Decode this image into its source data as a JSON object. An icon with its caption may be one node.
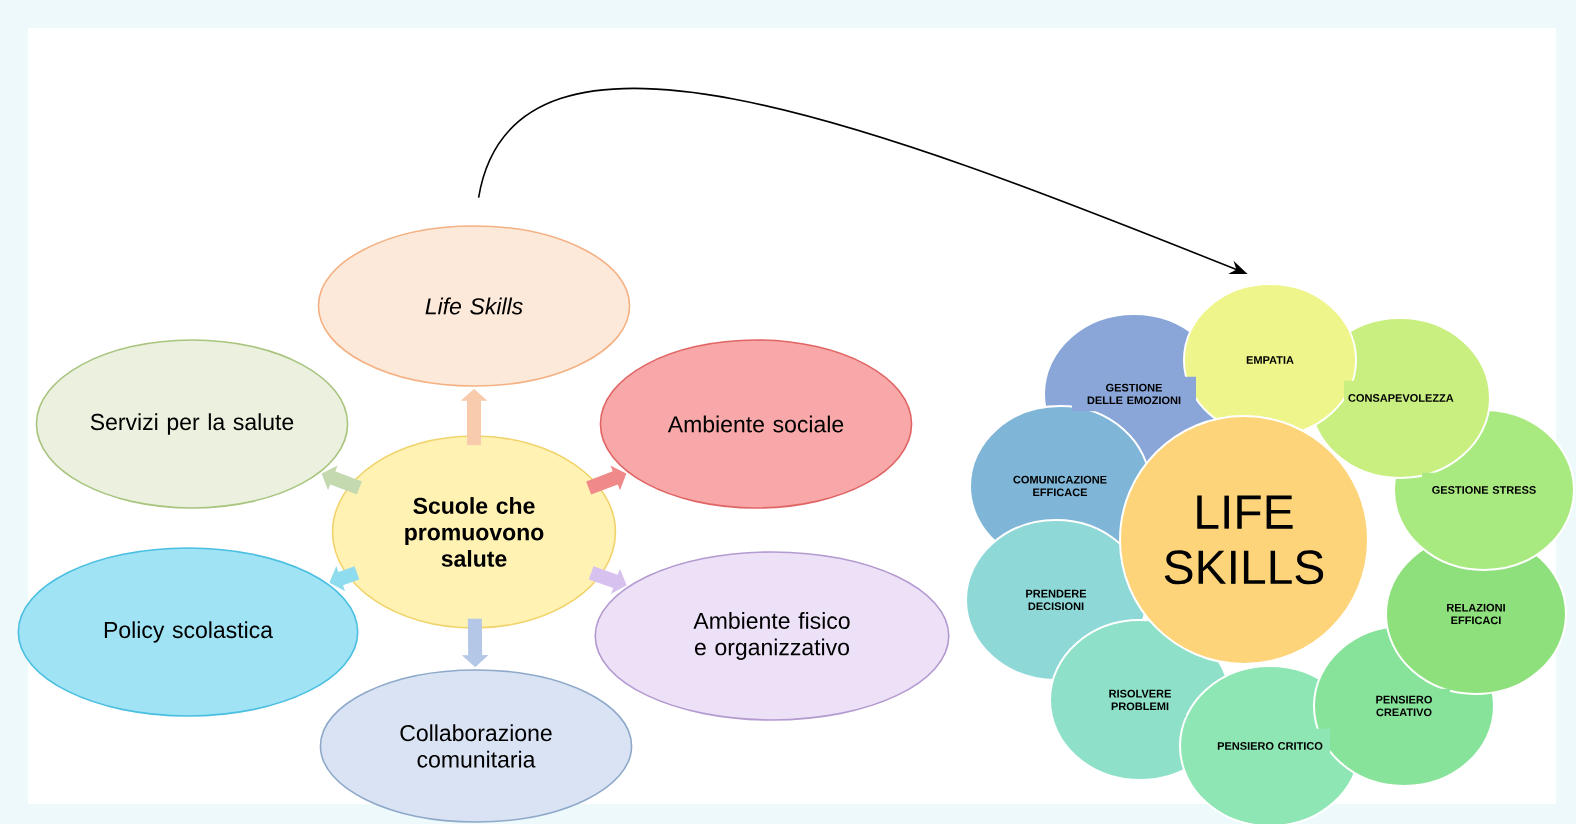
{
  "diagram": {
    "nodes": [
      {
        "text": [
          "Life Skills"
        ]
      },
      {
        "text": [
          "Servizi per la salute"
        ]
      },
      {
        "text": [
          "Ambiente sociale"
        ]
      },
      {
        "text": [
          "Scuole che promuovono salute"
        ]
      },
      {
        "text": [
          "Policy scolastica"
        ]
      },
      {
        "text": [
          "Ambiente fisico e organizzativo"
        ]
      },
      {
        "text": [
          "Collaborazione comunitaria"
        ]
      },
      {
        "text": [
          "LIFE SKILLS"
        ]
      },
      {
        "text": [
          "EMPATIA"
        ]
      },
      {
        "text": [
          "CONSAPEVOLEZZA"
        ]
      },
      {
        "text": [
          "GESTIONE STRESS"
        ]
      },
      {
        "text": [
          "RELAZIONI EFFICACI"
        ]
      },
      {
        "text": [
          "PENSIERO CREATIVO"
        ]
      },
      {
        "text": [
          "PENSIERO CRITICO"
        ]
      },
      {
        "text": [
          "RISOLVERE PROBLEMI"
        ]
      },
      {
        "text": [
          "PRENDERE DECISIONI"
        ]
      },
      {
        "text": [
          "COMUNICAZIONE EFFICACE"
        ]
      },
      {
        "text": [
          "GESTIONE DELLE EMOZIONI"
        ]
      }
    ],
    "edges": [
      {
        "from": 3,
        "to": 0,
        "arrow": "to",
        "color": "#f8cbad"
      },
      {
        "from": 3,
        "to": 1,
        "arrow": "to",
        "color": "#c5d9b0"
      },
      {
        "from": 3,
        "to": 2,
        "arrow": "to",
        "color": "#f08a8a"
      },
      {
        "from": 3,
        "to": 4,
        "arrow": "to",
        "color": "#8fdcef"
      },
      {
        "from": 3,
        "to": 5,
        "arrow": "to",
        "color": "#d7c2ef"
      },
      {
        "from": 3,
        "to": 6,
        "arrow": "to",
        "color": "#b4c7e7"
      },
      {
        "from": 0,
        "to": 8,
        "arrow": "to",
        "color": "#000000"
      }
    ]
  }
}
